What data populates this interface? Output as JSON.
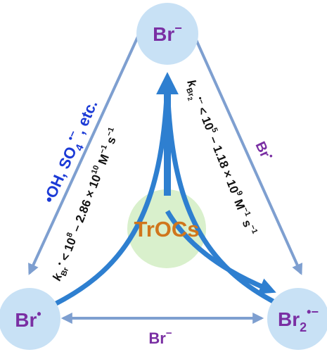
{
  "colors": {
    "node_fill": "#c8e1f5",
    "center_fill": "#d9f0cc",
    "arrow_blue": "#2e7fd0",
    "thin_arrow": "#7e9fd0",
    "label_purple": "#7a2fa3",
    "label_blue": "#1b3ad6",
    "center_text": "#d0761c"
  },
  "nodes": {
    "top": {
      "base": "Br",
      "sup": "−"
    },
    "left": {
      "base": "Br",
      "sup": "•"
    },
    "right": {
      "base": "Br",
      "sub": "2",
      "sup": "•−"
    },
    "center": {
      "label": "TrOCs"
    }
  },
  "edges": {
    "left_edge": {
      "text1": "•OH, SO",
      "sub": "4",
      "sup": "•−",
      "text2": ", etc."
    },
    "right_edge": {
      "text": "Br",
      "sup": "•"
    },
    "bottom_edge": {
      "text": "Br",
      "sup": "−"
    }
  },
  "rates": {
    "left": {
      "k": "k",
      "k_sub": "Br",
      "k_dot": "•",
      "p1": " < 10",
      "p1_exp": "8",
      "p2": " – 2.86 × 10",
      "p2_exp": "10",
      "p3": " M",
      "p3_exp": "−1",
      "p4": " s",
      "p4_exp": "−1"
    },
    "right": {
      "k": "k",
      "k_sub": "Br",
      "k_sub2": "2",
      "k_dot": "•−",
      "p1": " < 10",
      "p1_exp": "5",
      "p2": " – 1.18 × 10",
      "p2_exp": "9",
      "p3": " M",
      "p3_exp": "−1",
      "p4": " s",
      "p4_exp": "−1"
    }
  }
}
